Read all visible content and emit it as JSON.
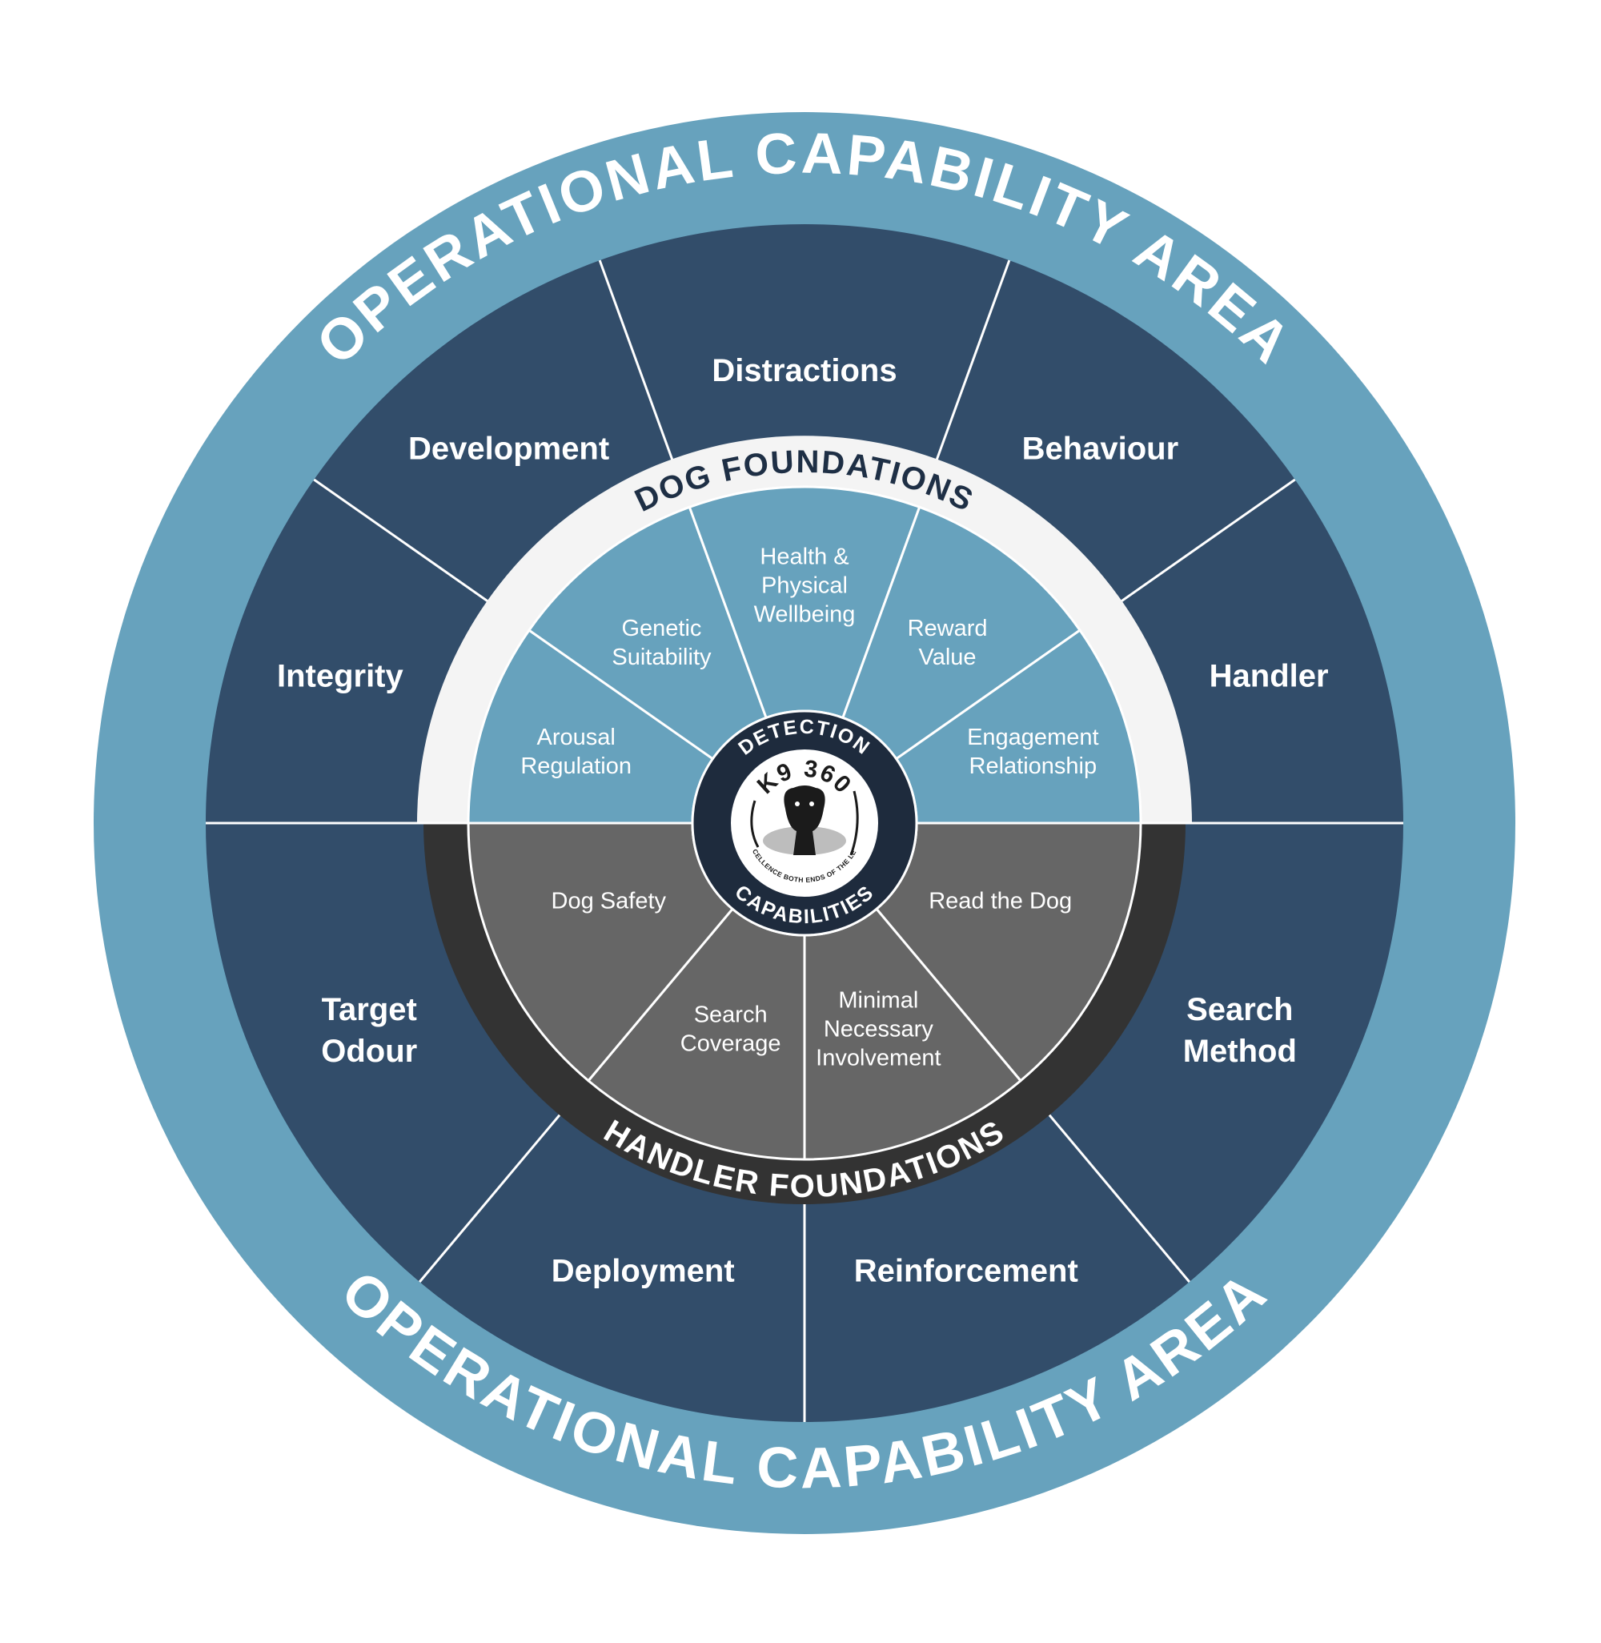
{
  "outer_ring_text_top": "OPERATIONAL CAPABILITY AREA",
  "outer_ring_text_bottom": "OPERATIONAL CAPABILITY AREA",
  "outer_segments": [
    {
      "id": "distractions",
      "label": [
        "Distractions"
      ]
    },
    {
      "id": "behaviour",
      "label": [
        "Behaviour"
      ]
    },
    {
      "id": "handler",
      "label": [
        "Handler"
      ]
    },
    {
      "id": "search-method",
      "label": [
        "Search",
        "Method"
      ]
    },
    {
      "id": "reinforcement",
      "label": [
        "Reinforcement"
      ]
    },
    {
      "id": "deployment",
      "label": [
        "Deployment"
      ]
    },
    {
      "id": "target-odour",
      "label": [
        "Target",
        "Odour"
      ]
    },
    {
      "id": "integrity",
      "label": [
        "Integrity"
      ]
    },
    {
      "id": "development",
      "label": [
        "Development"
      ]
    }
  ],
  "dog_foundations": {
    "title": "DOG FOUNDATIONS",
    "segments": [
      {
        "id": "arousal-regulation",
        "label": [
          "Arousal",
          "Regulation"
        ]
      },
      {
        "id": "genetic-suitability",
        "label": [
          "Genetic",
          "Suitability"
        ]
      },
      {
        "id": "health-physical-wellbeing",
        "label": [
          "Health &",
          "Physical",
          "Wellbeing"
        ]
      },
      {
        "id": "reward-value",
        "label": [
          "Reward",
          "Value"
        ]
      },
      {
        "id": "engagement-relationship",
        "label": [
          "Engagement",
          "Relationship"
        ]
      }
    ]
  },
  "handler_foundations": {
    "title": "HANDLER FOUNDATIONS",
    "segments": [
      {
        "id": "dog-safety",
        "label": [
          "Dog Safety"
        ]
      },
      {
        "id": "search-coverage",
        "label": [
          "Search",
          "Coverage"
        ]
      },
      {
        "id": "minimal-necessary-involvement",
        "label": [
          "Minimal",
          "Necessary",
          "Involvement"
        ]
      },
      {
        "id": "read-the-dog",
        "label": [
          "Read the Dog"
        ]
      }
    ]
  },
  "hub": {
    "top_text": "DETECTION",
    "bottom_text": "CAPABILITIES",
    "logo": {
      "main": "K9 360",
      "tagline": "EXCELLENCE BOTH ENDS OF THE LEAD"
    }
  },
  "colors": {
    "outer_ring": "#67a2bd",
    "outer_segment": "#324d6a",
    "dog_band": "#f4f4f4",
    "dog_segment": "#67a2bd",
    "dog_title": "#1e2f45",
    "handler_band": "#333333",
    "handler_segment": "#666666",
    "handler_title": "#ffffff",
    "hub": "#1e2b3d",
    "divider": "#ffffff"
  }
}
